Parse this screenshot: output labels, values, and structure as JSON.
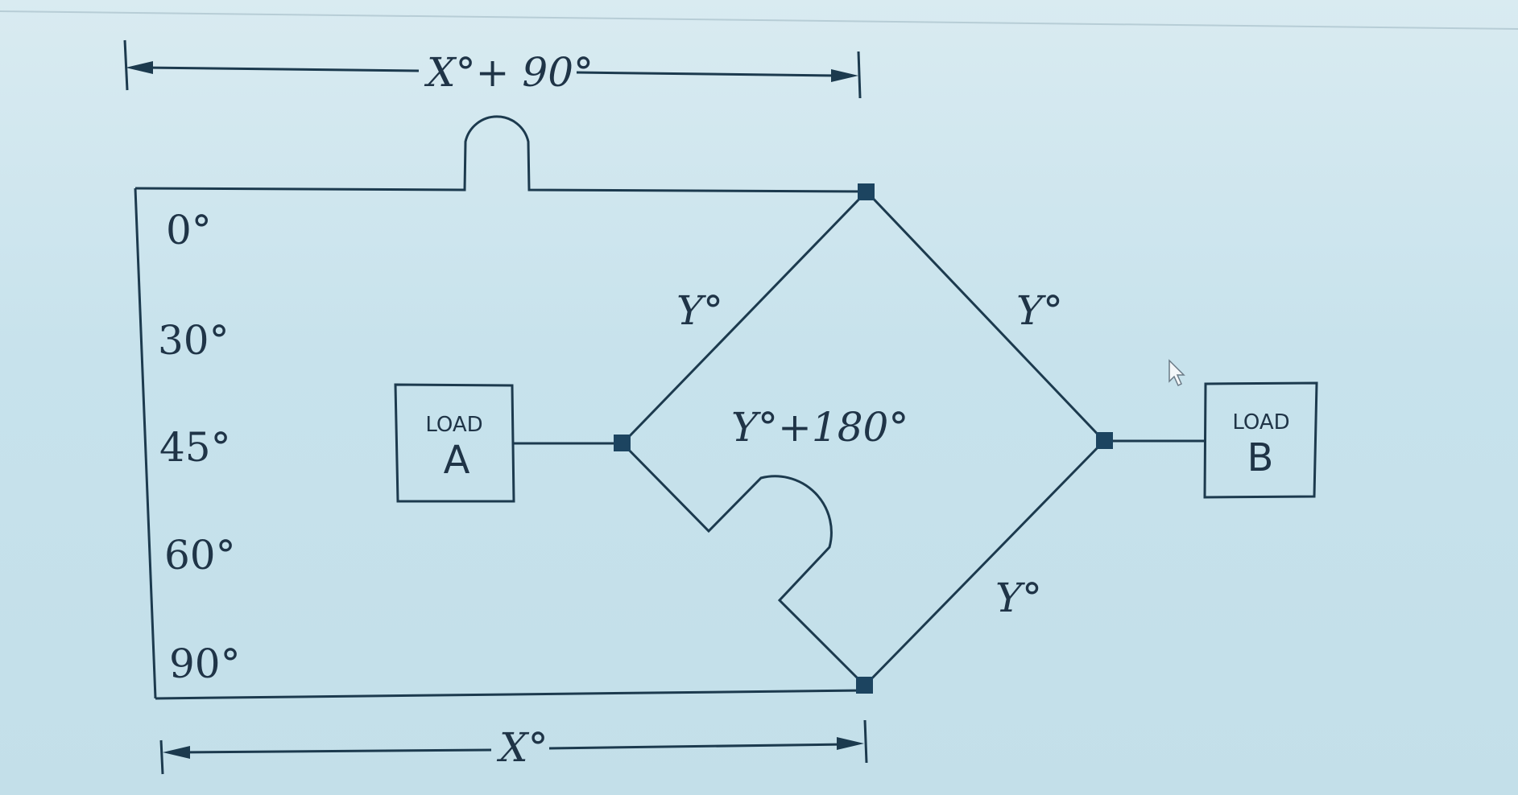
{
  "dimensions": {
    "top_label": "X°+ 90°",
    "bottom_label": "X°"
  },
  "phase_scale": [
    "0°",
    "30°",
    "45°",
    "60°",
    "90°"
  ],
  "network_labels": {
    "upper_left": "Y°",
    "upper_right": "Y°",
    "lower_right": "Y°",
    "center": "Y°+180°"
  },
  "loads": {
    "a": {
      "word": "LOAD",
      "letter": "A"
    },
    "b": {
      "word": "LOAD",
      "letter": "B"
    }
  },
  "icons": {
    "cursor": "pointer-arrow-icon"
  }
}
